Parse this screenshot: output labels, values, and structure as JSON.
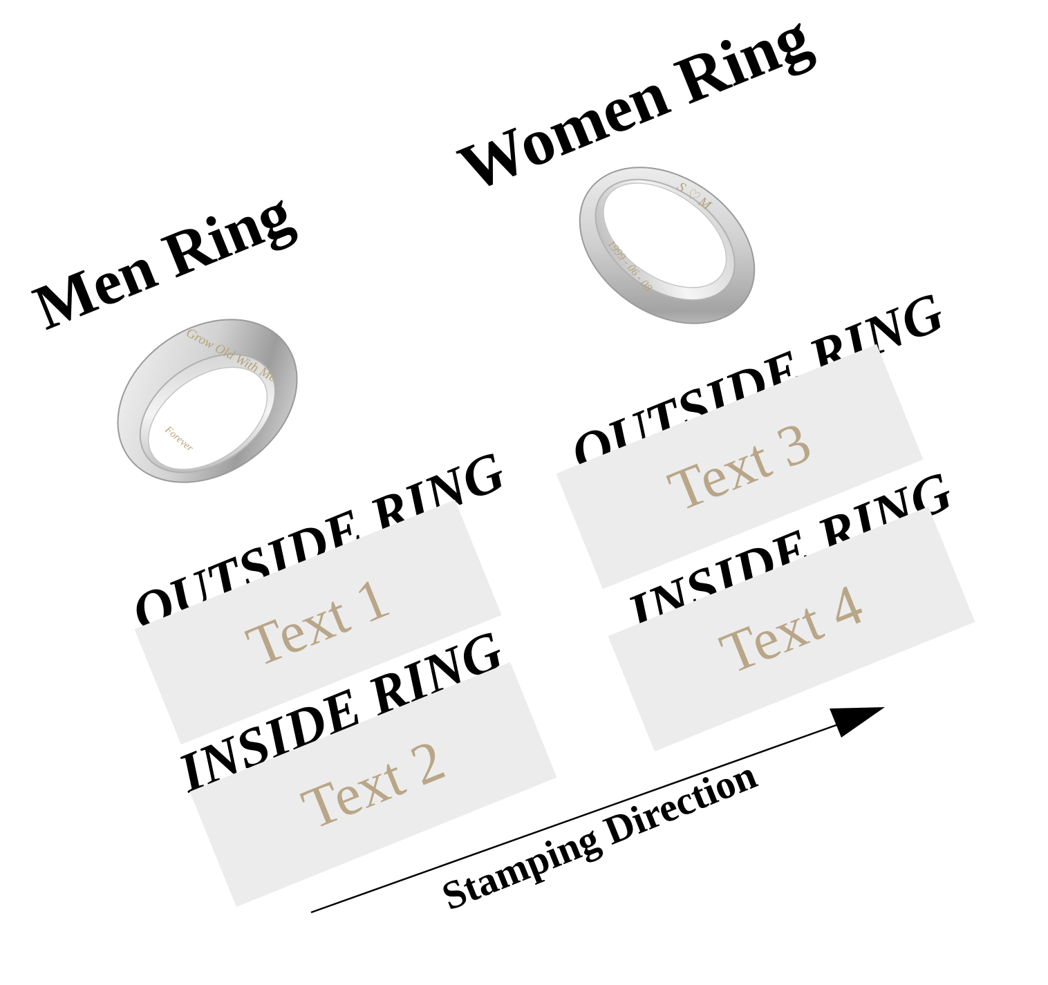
{
  "men": {
    "title": "Men Ring",
    "outside_label": "OUTSIDE RING",
    "outside_text": "Text 1",
    "inside_label": "INSIDE RING",
    "inside_text": "Text 2",
    "engraving_outside": "Grow Old With Me",
    "engraving_inside": "Forever"
  },
  "women": {
    "title": "Women Ring",
    "outside_label": "OUTSIDE RING",
    "outside_text": "Text 3",
    "inside_label": "INSIDE RING",
    "inside_text": "Text 4",
    "engraving_outside": "S ♡ M",
    "engraving_inside": "1999 - 06 - 08"
  },
  "stamping_direction": "Stamping Direction",
  "colors": {
    "box_background": "#ececec",
    "placeholder_text": "#b9a688",
    "engraving": "#b5a37a",
    "ring_metal": "#d9d9d9"
  }
}
